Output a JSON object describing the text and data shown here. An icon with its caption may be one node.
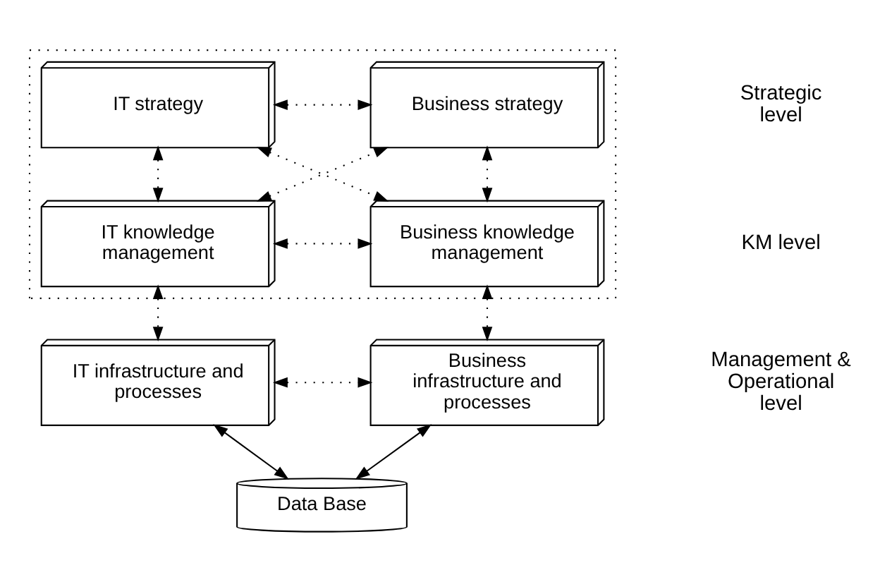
{
  "diagram": {
    "nodes": [
      {
        "text": [],
        "shape": "box"
      },
      {
        "text": [
          "IT strategy"
        ],
        "in": 0
      },
      {
        "text": [
          "Business strategy"
        ],
        "in": 0
      },
      {
        "text": [
          "IT knowledge management"
        ],
        "in": 0
      },
      {
        "text": [
          "Business knowledge management"
        ],
        "in": 0
      },
      {
        "text": [
          "IT infrastructure and processes"
        ]
      },
      {
        "text": [
          "Business infrastructure and processes"
        ]
      },
      {
        "text": [
          "Data Base"
        ]
      }
    ],
    "edges": [
      {
        "from": 1,
        "to": 2,
        "arrow": "both",
        "style": "dashed"
      },
      {
        "from": 1,
        "to": 3,
        "arrow": "both",
        "style": "dashed"
      },
      {
        "from": 2,
        "to": 4,
        "arrow": "both",
        "style": "dashed"
      },
      {
        "from": 1,
        "to": 4,
        "arrow": "both",
        "style": "dashed"
      },
      {
        "from": 3,
        "to": 2,
        "arrow": "both",
        "style": "dashed"
      },
      {
        "from": 3,
        "to": 4,
        "arrow": "both",
        "style": "dashed"
      },
      {
        "from": 3,
        "to": 5,
        "arrow": "both",
        "style": "dashed"
      },
      {
        "from": 4,
        "to": 6,
        "arrow": "both",
        "style": "dashed"
      },
      {
        "from": 5,
        "to": 6,
        "arrow": "both",
        "style": "dashed"
      },
      {
        "from": 5,
        "to": 7,
        "arrow": "both"
      },
      {
        "from": 6,
        "to": 7,
        "arrow": "both"
      }
    ],
    "labels": [
      "Strategic level",
      "KM level",
      "Management & Operational level"
    ]
  }
}
